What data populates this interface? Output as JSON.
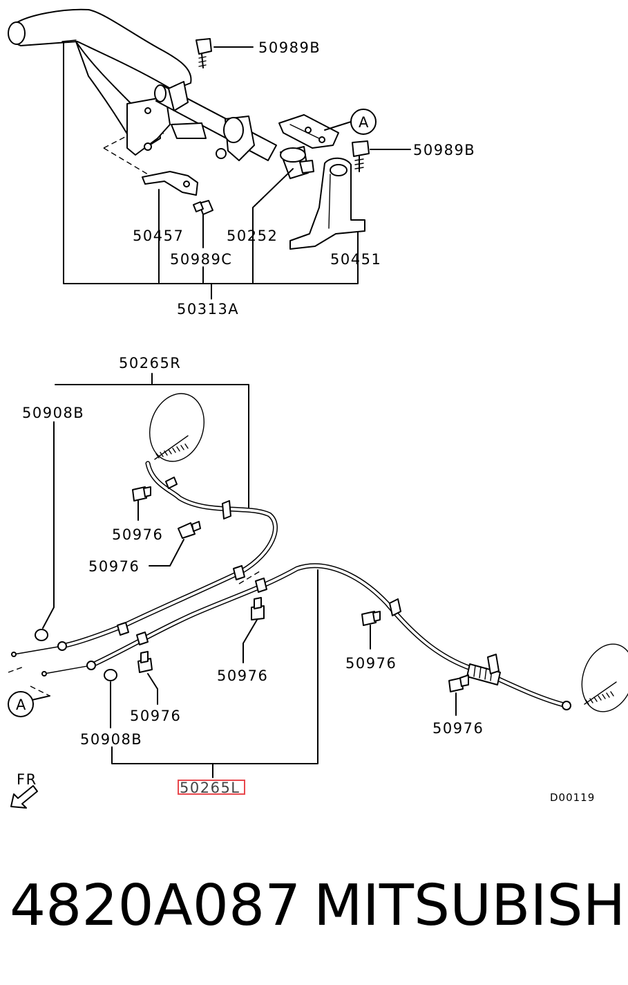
{
  "upper_assembly": {
    "labels": {
      "bolt_top": "50989B",
      "bolt_right": "50989B",
      "ref_a": "A",
      "bracket_left": "50457",
      "switch": "50252",
      "bolt_lower": "50989C",
      "bracket_right": "50451",
      "assembly": "50313A"
    }
  },
  "cable_assembly": {
    "labels": {
      "cable_right": "50265R",
      "grommet_top": "50908B",
      "clip_1": "50976",
      "clip_2": "50976",
      "clip_3": "50976",
      "clip_4": "50976",
      "clip_5": "50976",
      "clip_6": "50976",
      "grommet_bottom": "50908B",
      "cable_left_highlighted": "50265L",
      "ref_a": "A",
      "front_indicator": "FR",
      "drawing_code": "D00119"
    },
    "highlight_color": "#e8474c"
  },
  "footer": {
    "part_number": "4820A087",
    "brand": "MITSUBISHI"
  }
}
